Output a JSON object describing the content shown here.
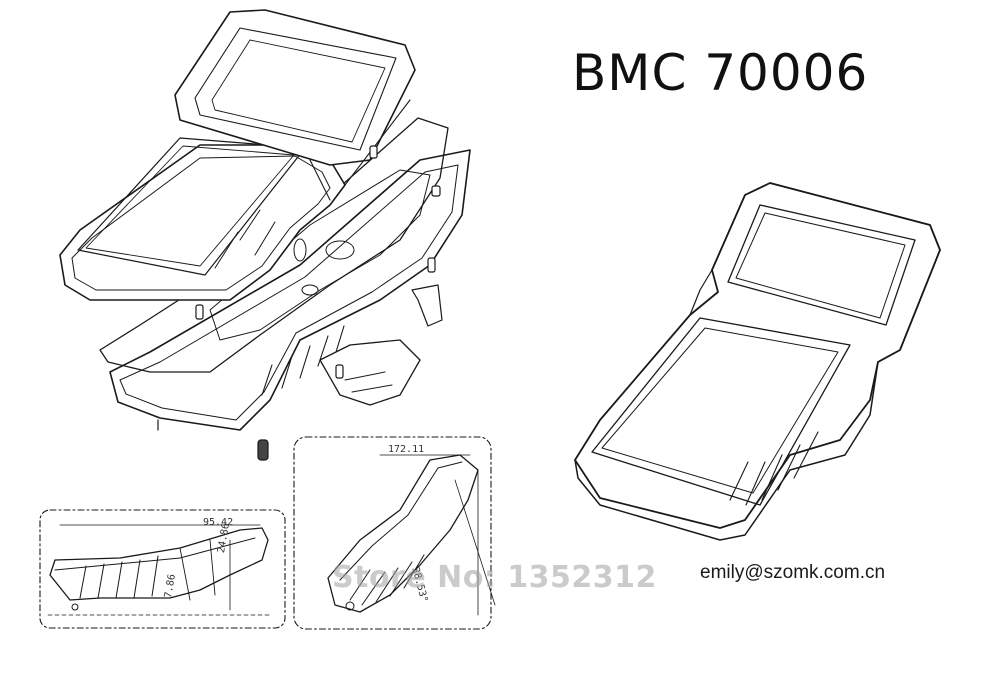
{
  "title": "BMC 70006",
  "contact_email": "emily@szomk.com.cn",
  "watermark": "Store No: 1352312",
  "dimensions": {
    "side_view_width": "95.42",
    "side_view_height_a": "24.86",
    "side_view_height_b": "7.86",
    "angle_view_width": "172.11",
    "angle_view_angle": "38.53°"
  },
  "colors": {
    "line": "#1a1a1a",
    "fill": "#ffffff",
    "watermark": "#a0a0a0"
  }
}
